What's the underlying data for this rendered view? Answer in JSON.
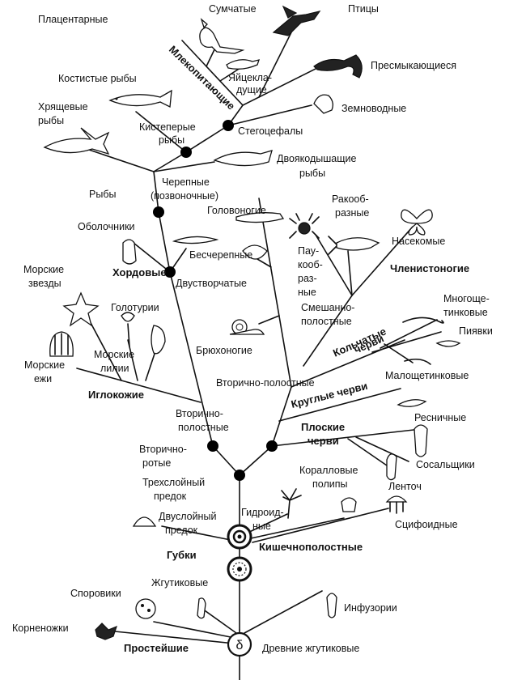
{
  "labels": {
    "placental": "Плацентарные",
    "marsupials": "Сумчатые",
    "birds": "Птицы",
    "mammals": "Млекопитающие",
    "monotremes_1": "Яйцекла-",
    "monotremes_2": "дущие",
    "reptiles": "Пресмыкающиеся",
    "bony_fish": "Костистые рыбы",
    "cartilaginous_1": "Хрящевые",
    "cartilaginous_2": "рыбы",
    "amphibians": "Земноводные",
    "lobe_fin_1": "Кистеперые",
    "lobe_fin_2": "рыбы",
    "stegocephali": "Стегоцефалы",
    "lungfish_1": "Двоякодышащие",
    "lungfish_2": "рыбы",
    "craniates_1": "Черепные",
    "craniates_2": "(позвоночные)",
    "fish": "Рыбы",
    "cephalopods": "Головоногие",
    "crustaceans_1": "Ракооб-",
    "crustaceans_2": "разные",
    "tunicates": "Оболочники",
    "insects": "Насекомые",
    "arachnids_1": "Пау-",
    "arachnids_2": "кооб-",
    "arachnids_3": "раз-",
    "arachnids_4": "ные",
    "chordates": "Хордовые",
    "acrania": "Бесчерепные",
    "arthropods": "Членистоногие",
    "starfish_1": "Морские",
    "starfish_2": "звезды",
    "bivalves": "Двустворчатые",
    "polychaete_1": "Многоще-",
    "polychaete_2": "тинковые",
    "sea_cucumbers": "Голотурии",
    "mixocoel_1": "Смешанно-",
    "mixocoel_2": "полостные",
    "leeches": "Пиявки",
    "gastropods": "Брюхоногие",
    "annelids_1": "Кольчатые",
    "annelids_2": "черви",
    "urchins_1": "Морские",
    "urchins_2": "ежи",
    "crinoids_1": "Морские",
    "crinoids_2": "лилии",
    "secondary_coelom_upper": "Вторично-полостные",
    "oligochaete": "Малощетинковые",
    "echinoderms": "Иглокожие",
    "roundworms": "Круглые черви",
    "secondary_coelom_1": "Вторично-",
    "secondary_coelom_2": "полостные",
    "flatworms_1": "Плоские",
    "flatworms_2": "черви",
    "turbellaria": "Ресничные",
    "deuterostomes_1": "Вторично-",
    "deuterostomes_2": "ротые",
    "flukes": "Сосальщики",
    "triploblast_1": "Трехслойный",
    "triploblast_2": "предок",
    "corals_1": "Коралловые",
    "corals_2": "полипы",
    "tapeworms": "Ленточ",
    "diploblast_1": "Двуслойный",
    "diploblast_2": "предок",
    "hydroids_1": "Гидроид-",
    "hydroids_2": "ные",
    "scyphozoa": "Сцифоидные",
    "sponges": "Губки",
    "cnidarians": "Кишечнополостные",
    "flagellates": "Жгутиковые",
    "sporozoa": "Споровики",
    "ciliates": "Инфузории",
    "rhizopods": "Корненожки",
    "protozoa": "Простейшие",
    "ancient_flagellates": "Древние жгутиковые",
    "root_glyph": "δ"
  }
}
